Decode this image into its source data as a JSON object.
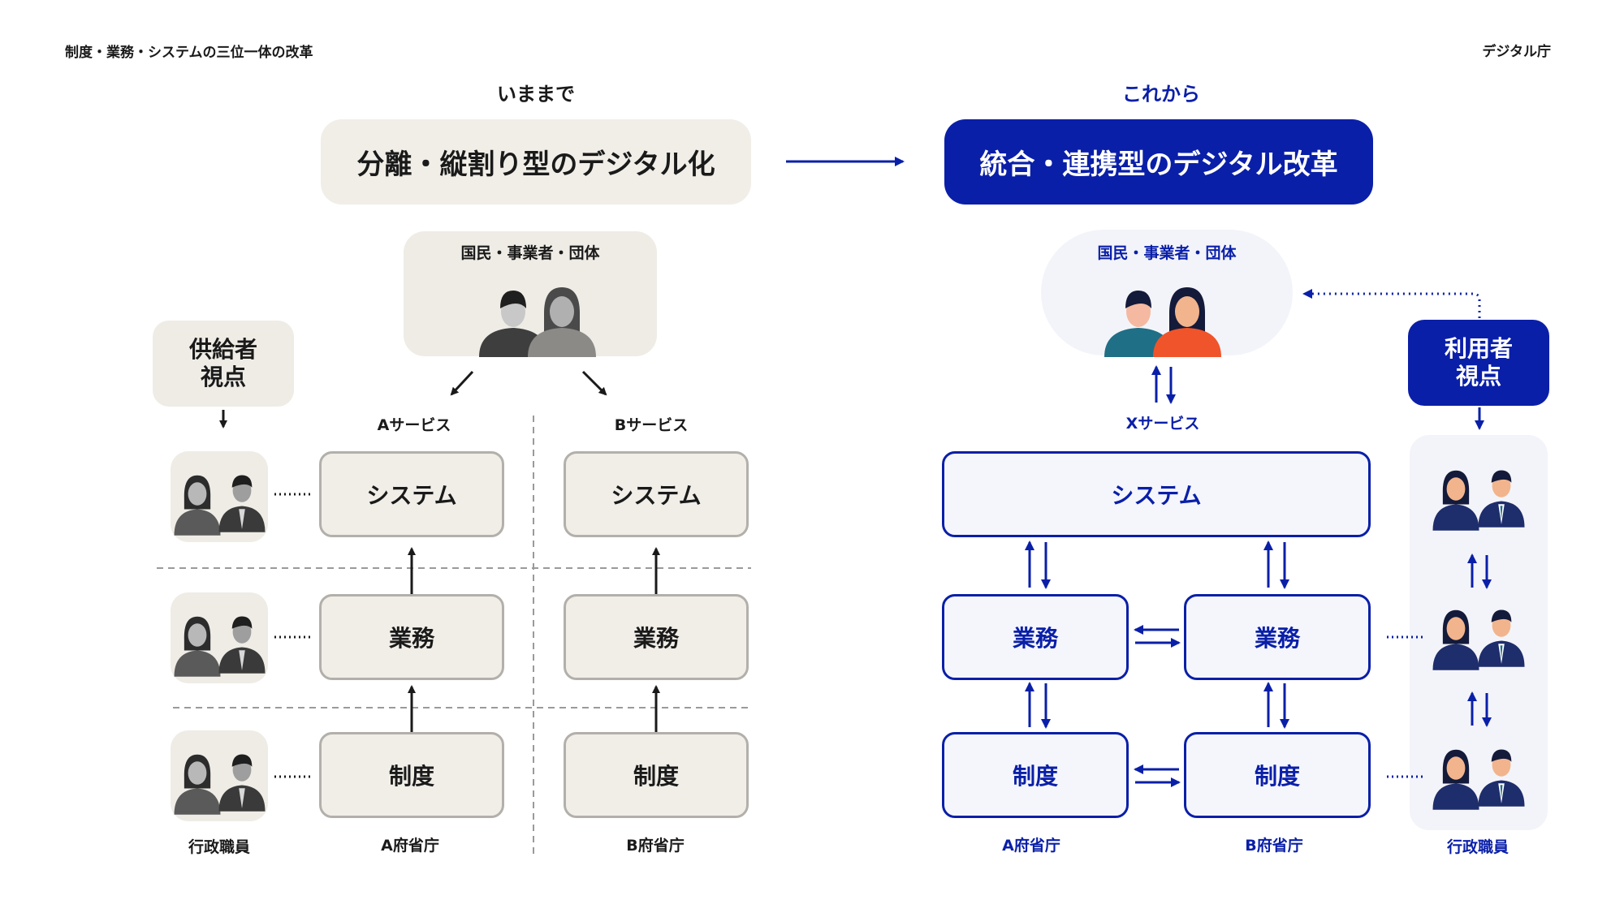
{
  "header": {
    "subtitle": "制度・業務・システムの三位一体の改革",
    "org": "デジタル庁"
  },
  "left": {
    "column_title": "いままで",
    "pill": "分離・縦割り型のデジタル化",
    "citizens": "国民・事業者・団体",
    "perspective": "供給者\n視点",
    "service_a": "Aサービス",
    "service_b": "Bサービス",
    "box_system": "システム",
    "box_business": "業務",
    "box_system_rule": "制度",
    "ministry_a": "A府省庁",
    "ministry_b": "B府省庁",
    "staff": "行政職員"
  },
  "right": {
    "column_title": "これから",
    "pill": "統合・連携型のデジタル改革",
    "citizens": "国民・事業者・団体",
    "perspective": "利用者\n視点",
    "service_x": "Xサービス",
    "box_system": "システム",
    "box_business": "業務",
    "box_system_rule": "制度",
    "ministry_a": "A府省庁",
    "ministry_b": "B府省庁",
    "staff": "行政職員"
  },
  "colors": {
    "navy": "#0a1fa8",
    "beige": "#efece6",
    "old_border": "#b3b0ab",
    "teal": "#1f6f86",
    "orange": "#f0542a",
    "suit": "#1e2d6b"
  }
}
